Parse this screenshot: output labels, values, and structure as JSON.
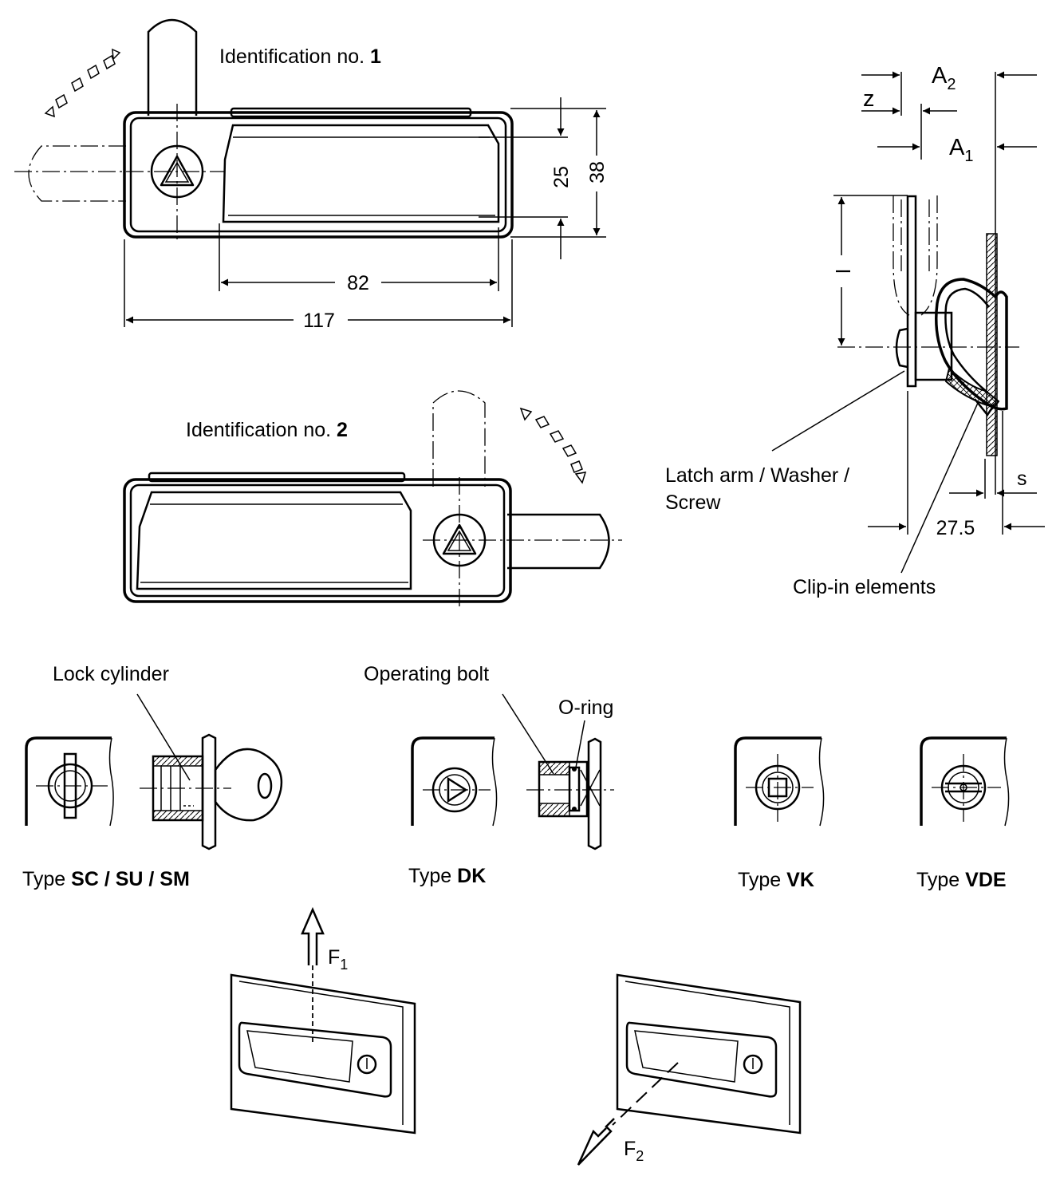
{
  "labels": {
    "identification_1_text": "Identification no. ",
    "identification_1_num": "1",
    "identification_2_text": "Identification no. ",
    "identification_2_num": "2",
    "latch_arm_line1": "Latch arm / Washer /",
    "latch_arm_line2": "Screw",
    "clip_in": "Clip-in elements",
    "lock_cylinder": "Lock cylinder",
    "operating_bolt": "Operating bolt",
    "o_ring": "O-ring"
  },
  "dimensions": {
    "d25": "25",
    "d38": "38",
    "d82": "82",
    "d117": "117",
    "d27_5": "27.5",
    "l": "l",
    "z": "z",
    "s": "s",
    "a2_main": "A",
    "a2_sub": "2",
    "a1_main": "A",
    "a1_sub": "1"
  },
  "types": [
    {
      "prefix": "Type ",
      "code": "SC / SU / SM"
    },
    {
      "prefix": "Type ",
      "code": "DK"
    },
    {
      "prefix": "Type ",
      "code": "VK"
    },
    {
      "prefix": "Type ",
      "code": "VDE"
    }
  ],
  "forces": {
    "f1_main": "F",
    "f1_sub": "1",
    "f2_main": "F",
    "f2_sub": "2"
  }
}
